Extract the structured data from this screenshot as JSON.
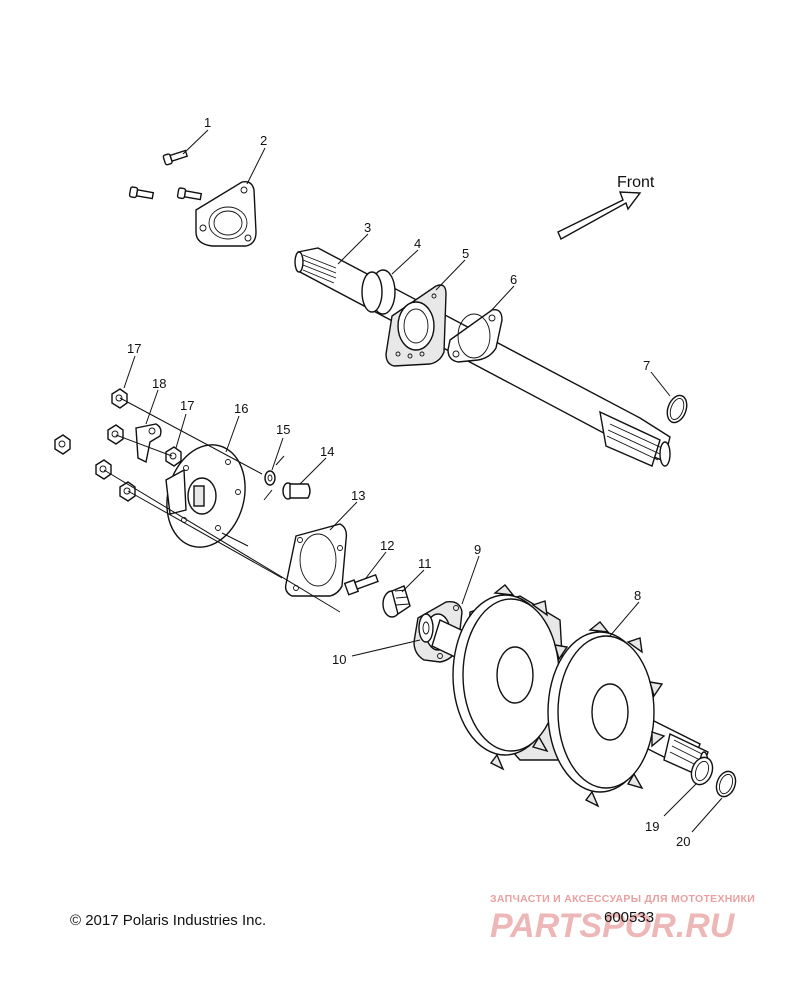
{
  "diagram": {
    "front_label": "Front",
    "callouts": [
      "1",
      "2",
      "3",
      "4",
      "5",
      "6",
      "7",
      "8",
      "9",
      "10",
      "11",
      "12",
      "13",
      "14",
      "15",
      "16",
      "17",
      "17",
      "18",
      "19",
      "20"
    ],
    "copyright": "© 2017 Polaris Industries Inc.",
    "diagram_number": "600533"
  },
  "watermark": {
    "tagline": "ЗАПЧАСТИ И АКСЕССУАРЫ ДЛЯ МОТОТЕХНИКИ",
    "logo_text": "PARTSPOR.RU",
    "color": "#e8a0a0"
  }
}
